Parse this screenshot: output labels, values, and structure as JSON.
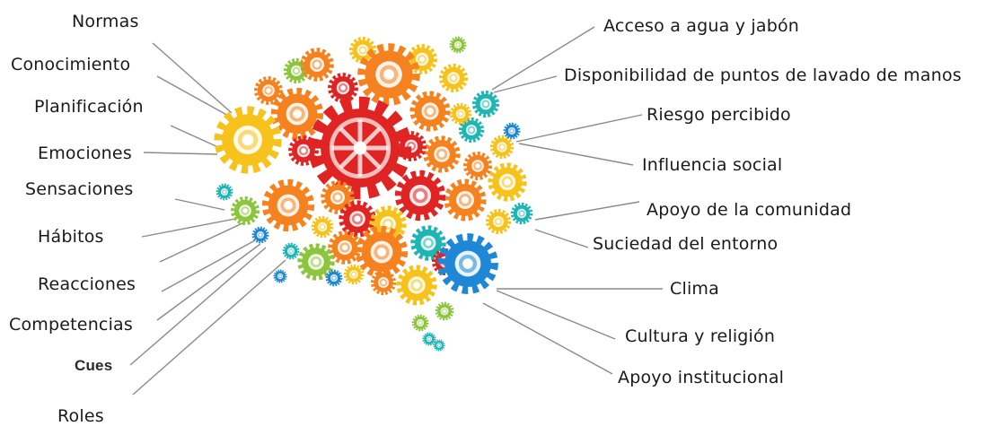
{
  "left_labels": {
    "normas": "Normas",
    "conocimiento": "Conocimiento",
    "planificacion": "Planificación",
    "emociones": "Emociones",
    "sensaciones": "Sensaciones",
    "habitos": "Hábitos",
    "reacciones": "Reacciones",
    "competencias": "Competencias",
    "cues": "Cues",
    "roles": "Roles"
  },
  "right_labels": {
    "agua_jabon": "Acceso a agua y jabón",
    "puntos_lavado": "Disponibilidad de puntos de lavado de manos",
    "riesgo": "Riesgo percibido",
    "influencia": "Influencia social",
    "apoyo_comunidad": "Apoyo de la comunidad",
    "suciedad": "Suciedad del entorno",
    "clima": "Clima",
    "cultura": "Cultura y religión",
    "apoyo_institucional": "Apoyo institucional"
  },
  "colors": {
    "red": "#e02424",
    "orange": "#f5821f",
    "yellow": "#f7c21b",
    "green": "#8cc63f",
    "teal": "#20b5b5",
    "blue": "#1e88d6",
    "line": "#8a8a8a"
  }
}
